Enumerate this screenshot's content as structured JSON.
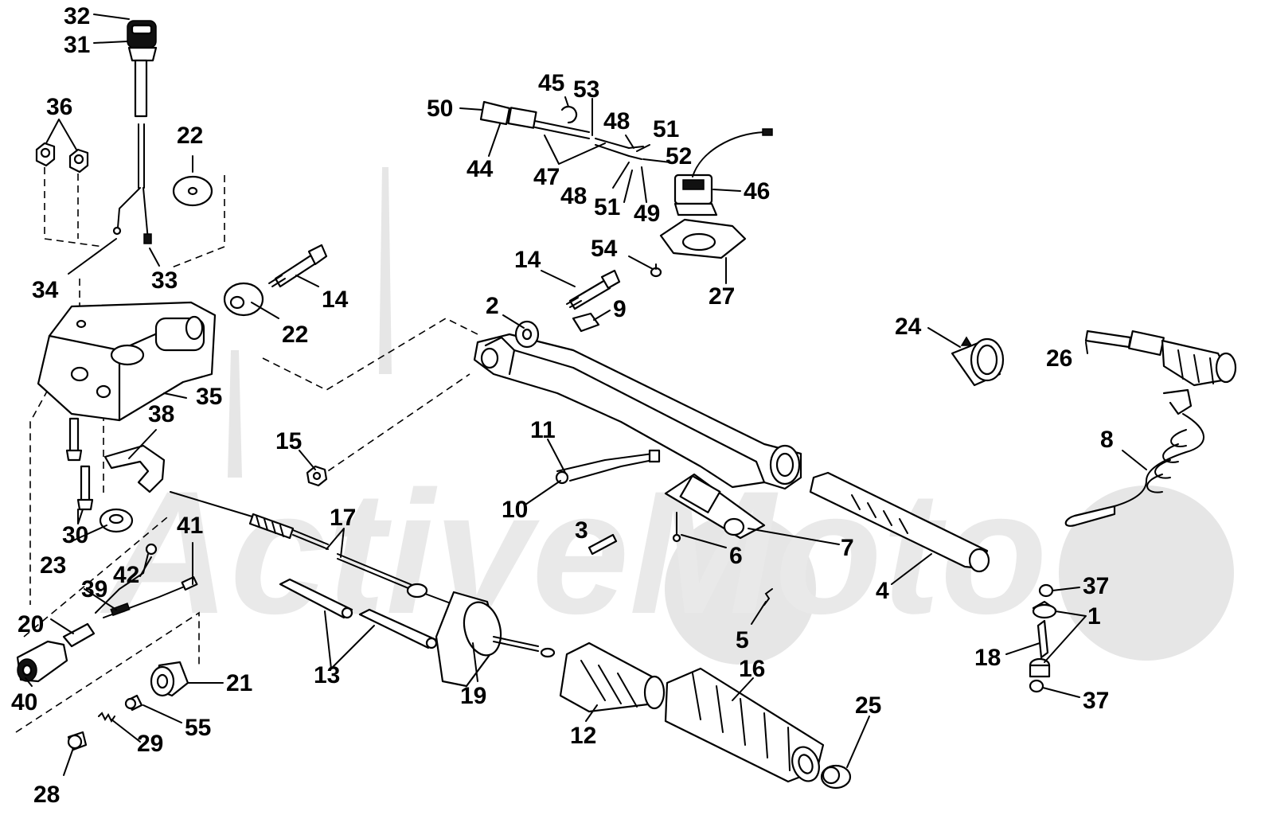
{
  "diagram": {
    "watermark": "ActiveMoto",
    "callouts": [
      {
        "n": "32"
      },
      {
        "n": "31"
      },
      {
        "n": "36"
      },
      {
        "n": "22"
      },
      {
        "n": "34"
      },
      {
        "n": "33"
      },
      {
        "n": "14"
      },
      {
        "n": "22"
      },
      {
        "n": "35"
      },
      {
        "n": "38"
      },
      {
        "n": "30"
      },
      {
        "n": "23"
      },
      {
        "n": "41"
      },
      {
        "n": "42"
      },
      {
        "n": "39"
      },
      {
        "n": "20"
      },
      {
        "n": "40"
      },
      {
        "n": "21"
      },
      {
        "n": "55"
      },
      {
        "n": "29"
      },
      {
        "n": "28"
      },
      {
        "n": "15"
      },
      {
        "n": "17"
      },
      {
        "n": "13"
      },
      {
        "n": "19"
      },
      {
        "n": "12"
      },
      {
        "n": "16"
      },
      {
        "n": "25"
      },
      {
        "n": "11"
      },
      {
        "n": "10"
      },
      {
        "n": "3"
      },
      {
        "n": "6"
      },
      {
        "n": "7"
      },
      {
        "n": "5"
      },
      {
        "n": "4"
      },
      {
        "n": "2"
      },
      {
        "n": "14"
      },
      {
        "n": "9"
      },
      {
        "n": "54"
      },
      {
        "n": "27"
      },
      {
        "n": "45"
      },
      {
        "n": "53"
      },
      {
        "n": "50"
      },
      {
        "n": "44"
      },
      {
        "n": "47"
      },
      {
        "n": "48"
      },
      {
        "n": "51"
      },
      {
        "n": "52"
      },
      {
        "n": "48"
      },
      {
        "n": "51"
      },
      {
        "n": "49"
      },
      {
        "n": "46"
      },
      {
        "n": "24"
      },
      {
        "n": "26"
      },
      {
        "n": "8"
      },
      {
        "n": "37"
      },
      {
        "n": "1"
      },
      {
        "n": "18"
      },
      {
        "n": "37"
      }
    ]
  }
}
